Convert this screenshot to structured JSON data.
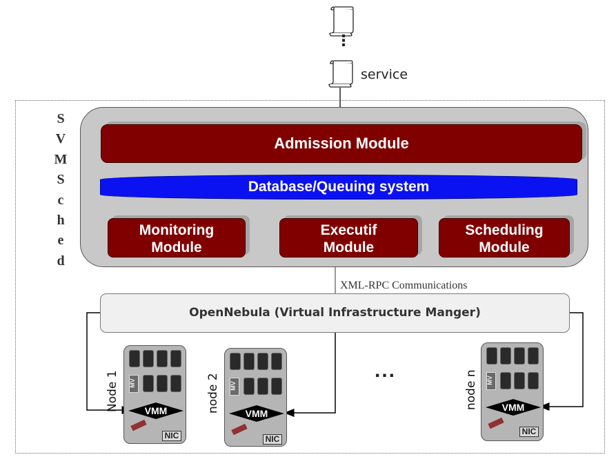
{
  "top": {
    "service_label": "service",
    "vertical_dots": "⋮"
  },
  "svmsched": {
    "letters": [
      "S",
      "V",
      "M",
      "S",
      "c",
      "h",
      "e",
      "d"
    ]
  },
  "modules": {
    "admission": "Admission Module",
    "database": "Database/Queuing system",
    "monitoring": [
      "Monitoring",
      "Module"
    ],
    "executif": [
      "Executif",
      "Module"
    ],
    "scheduling": [
      "Scheduling",
      "Module"
    ]
  },
  "communication_label": "XML-RPC Communications",
  "opennebula_label": "OpenNebula (Virtual Infrastructure Manger)",
  "ellipsis": "...",
  "nodes": [
    {
      "label": "Node 1",
      "vm_label": "MV",
      "vmm_label": "VMM",
      "nic_label": "NIC"
    },
    {
      "label": "node 2",
      "vm_label": "MV",
      "vmm_label": "VMM",
      "nic_label": "NIC"
    },
    {
      "label": "node n",
      "vm_label": "MV",
      "vmm_label": "VMM",
      "nic_label": "NIC"
    }
  ],
  "colors": {
    "module_fill": "#800000",
    "database_fill": "#0b12f2",
    "core_fill": "#c8c8c8",
    "node_fill": "#b5b5b5"
  }
}
